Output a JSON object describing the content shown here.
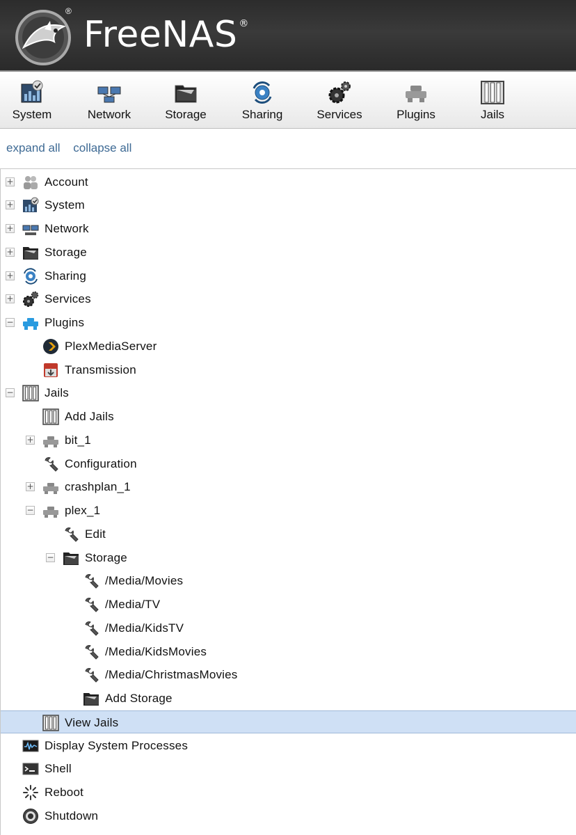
{
  "brand": {
    "name": "FreeNAS",
    "trademark": "®"
  },
  "toolbar": [
    {
      "label": "System",
      "icon": "system-icon"
    },
    {
      "label": "Network",
      "icon": "network-icon"
    },
    {
      "label": "Storage",
      "icon": "storage-icon"
    },
    {
      "label": "Sharing",
      "icon": "sharing-icon"
    },
    {
      "label": "Services",
      "icon": "services-icon"
    },
    {
      "label": "Plugins",
      "icon": "plugins-icon"
    },
    {
      "label": "Jails",
      "icon": "jails-icon"
    }
  ],
  "tree_actions": {
    "expand_all": "expand all",
    "collapse_all": "collapse all"
  },
  "tree": [
    {
      "label": "Account",
      "icon": "account-icon",
      "toggle": "+",
      "depth": 0
    },
    {
      "label": "System",
      "icon": "system-icon",
      "toggle": "+",
      "depth": 0
    },
    {
      "label": "Network",
      "icon": "network-icon",
      "toggle": "+",
      "depth": 0
    },
    {
      "label": "Storage",
      "icon": "storage-icon",
      "toggle": "+",
      "depth": 0
    },
    {
      "label": "Sharing",
      "icon": "sharing-icon",
      "toggle": "+",
      "depth": 0
    },
    {
      "label": "Services",
      "icon": "services-icon",
      "toggle": "+",
      "depth": 0
    },
    {
      "label": "Plugins",
      "icon": "plugins-icon",
      "toggle": "−",
      "depth": 0
    },
    {
      "label": "PlexMediaServer",
      "icon": "plex-icon",
      "toggle": "",
      "depth": 1
    },
    {
      "label": "Transmission",
      "icon": "transmission-icon",
      "toggle": "",
      "depth": 1
    },
    {
      "label": "Jails",
      "icon": "jails-icon",
      "toggle": "−",
      "depth": 0
    },
    {
      "label": "Add Jails",
      "icon": "jails-icon",
      "toggle": "",
      "depth": 1
    },
    {
      "label": "bit_1",
      "icon": "jail-plugin-icon",
      "toggle": "+",
      "depth": 1
    },
    {
      "label": "Configuration",
      "icon": "wrench-icon",
      "toggle": "",
      "depth": 1
    },
    {
      "label": "crashplan_1",
      "icon": "jail-plugin-icon",
      "toggle": "+",
      "depth": 1
    },
    {
      "label": "plex_1",
      "icon": "jail-plugin-icon",
      "toggle": "−",
      "depth": 1
    },
    {
      "label": "Edit",
      "icon": "wrench-icon",
      "toggle": "",
      "depth": 2
    },
    {
      "label": "Storage",
      "icon": "storage-icon",
      "toggle": "−",
      "depth": 2
    },
    {
      "label": "/Media/Movies",
      "icon": "wrench-icon",
      "toggle": "",
      "depth": 3
    },
    {
      "label": "/Media/TV",
      "icon": "wrench-icon",
      "toggle": "",
      "depth": 3
    },
    {
      "label": "/Media/KidsTV",
      "icon": "wrench-icon",
      "toggle": "",
      "depth": 3
    },
    {
      "label": "/Media/KidsMovies",
      "icon": "wrench-icon",
      "toggle": "",
      "depth": 3
    },
    {
      "label": "/Media/ChristmasMovies",
      "icon": "wrench-icon",
      "toggle": "",
      "depth": 3
    },
    {
      "label": "Add Storage",
      "icon": "storage-icon",
      "toggle": "",
      "depth": 3
    },
    {
      "label": "View Jails",
      "icon": "jails-icon",
      "toggle": "",
      "depth": 1,
      "selected": true
    },
    {
      "label": "Display System Processes",
      "icon": "processes-icon",
      "toggle": "",
      "depth": 0
    },
    {
      "label": "Shell",
      "icon": "shell-icon",
      "toggle": "",
      "depth": 0
    },
    {
      "label": "Reboot",
      "icon": "reboot-icon",
      "toggle": "",
      "depth": 0
    },
    {
      "label": "Shutdown",
      "icon": "shutdown-icon",
      "toggle": "",
      "depth": 0
    }
  ],
  "colors": {
    "header_bg": "#2c2c2c",
    "link": "#3e6a94",
    "selected_row": "#cfe0f5"
  }
}
